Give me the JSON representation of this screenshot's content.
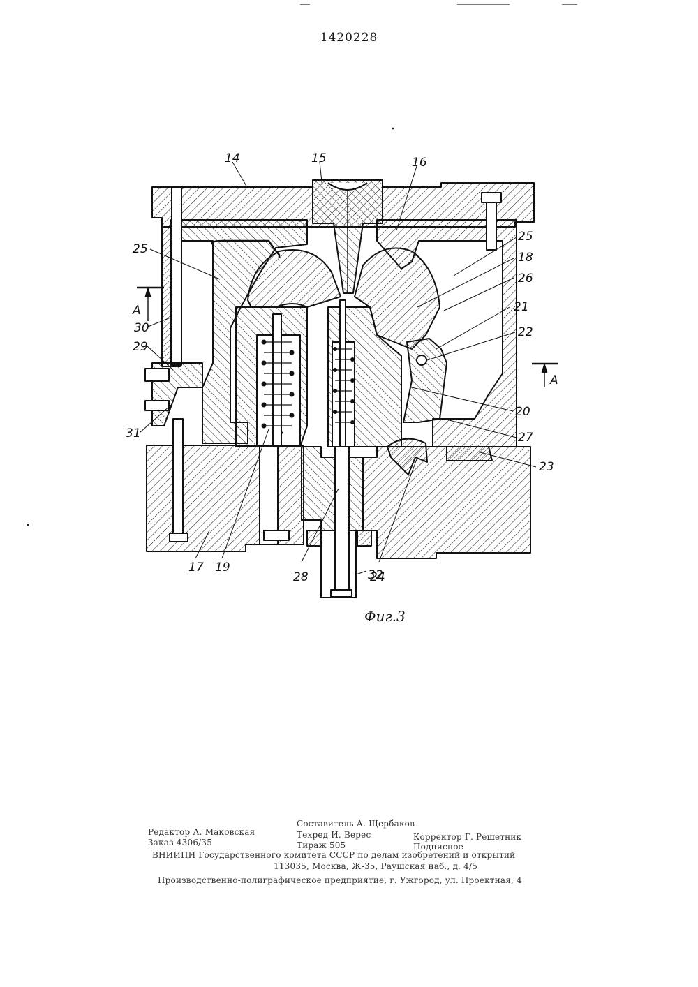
{
  "page_number": "1420228",
  "figure": {
    "caption": "Фиг.3",
    "section_letter_left": "А",
    "section_letter_right": "А",
    "labels": [
      "14",
      "15",
      "16",
      "25",
      "25",
      "18",
      "26",
      "21",
      "22",
      "20",
      "27",
      "23",
      "30",
      "29",
      "31",
      "17",
      "19",
      "28",
      "32",
      "24"
    ]
  },
  "imprint": {
    "editor": "Редактор А. Маковская",
    "order": "Заказ 4306/35",
    "compiler": "Составитель А. Щербаков",
    "techred": "Техред И. Верес",
    "run": "Тираж 505",
    "corrector": "Корректор Г. Решетник",
    "subscription": "Подписное",
    "org": "ВНИИПИ Государственного комитета СССР по делам изобретений и открытий",
    "address": "113035, Москва, Ж-35, Раушская наб., д. 4/5",
    "printer": "Производственно-полиграфическое предприятие, г. Ужгород, ул. Проектная, 4"
  }
}
